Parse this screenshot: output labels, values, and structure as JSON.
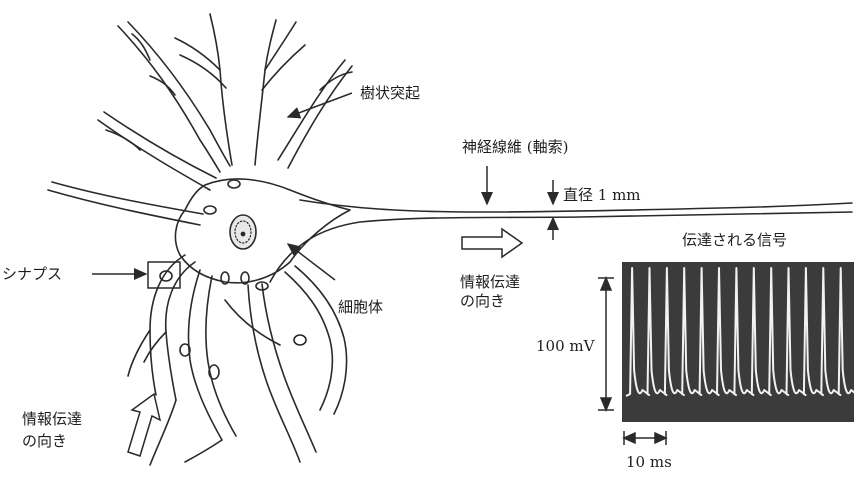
{
  "labels": {
    "dendrite": "樹状突起",
    "axon": "神経線維 (軸索)",
    "diameter": "直径 1 mm",
    "signal": "伝達される信号",
    "synapse": "シナプス",
    "soma": "細胞体",
    "direction_right_line1": "情報伝達",
    "direction_right_line2": "の向き",
    "direction_left_line1": "情報伝達",
    "direction_left_line2": "の向き",
    "voltage_scale": "100 mV",
    "time_scale": "10 ms"
  },
  "signal_trace": {
    "spike_count": 13
  }
}
